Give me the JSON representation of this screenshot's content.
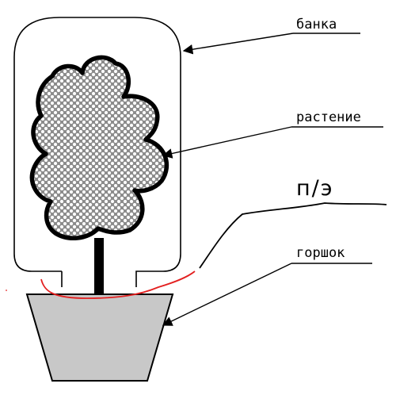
{
  "labels": {
    "jar": "банка",
    "plant": "растение",
    "film": "п/э",
    "pot": "горшок"
  },
  "colors": {
    "outline": "#000000",
    "pot_fill": "#c8c8c8",
    "film_seal": "#e32020",
    "crown_dot": "#ffffff",
    "crown_bg": "#8c8c8c"
  }
}
